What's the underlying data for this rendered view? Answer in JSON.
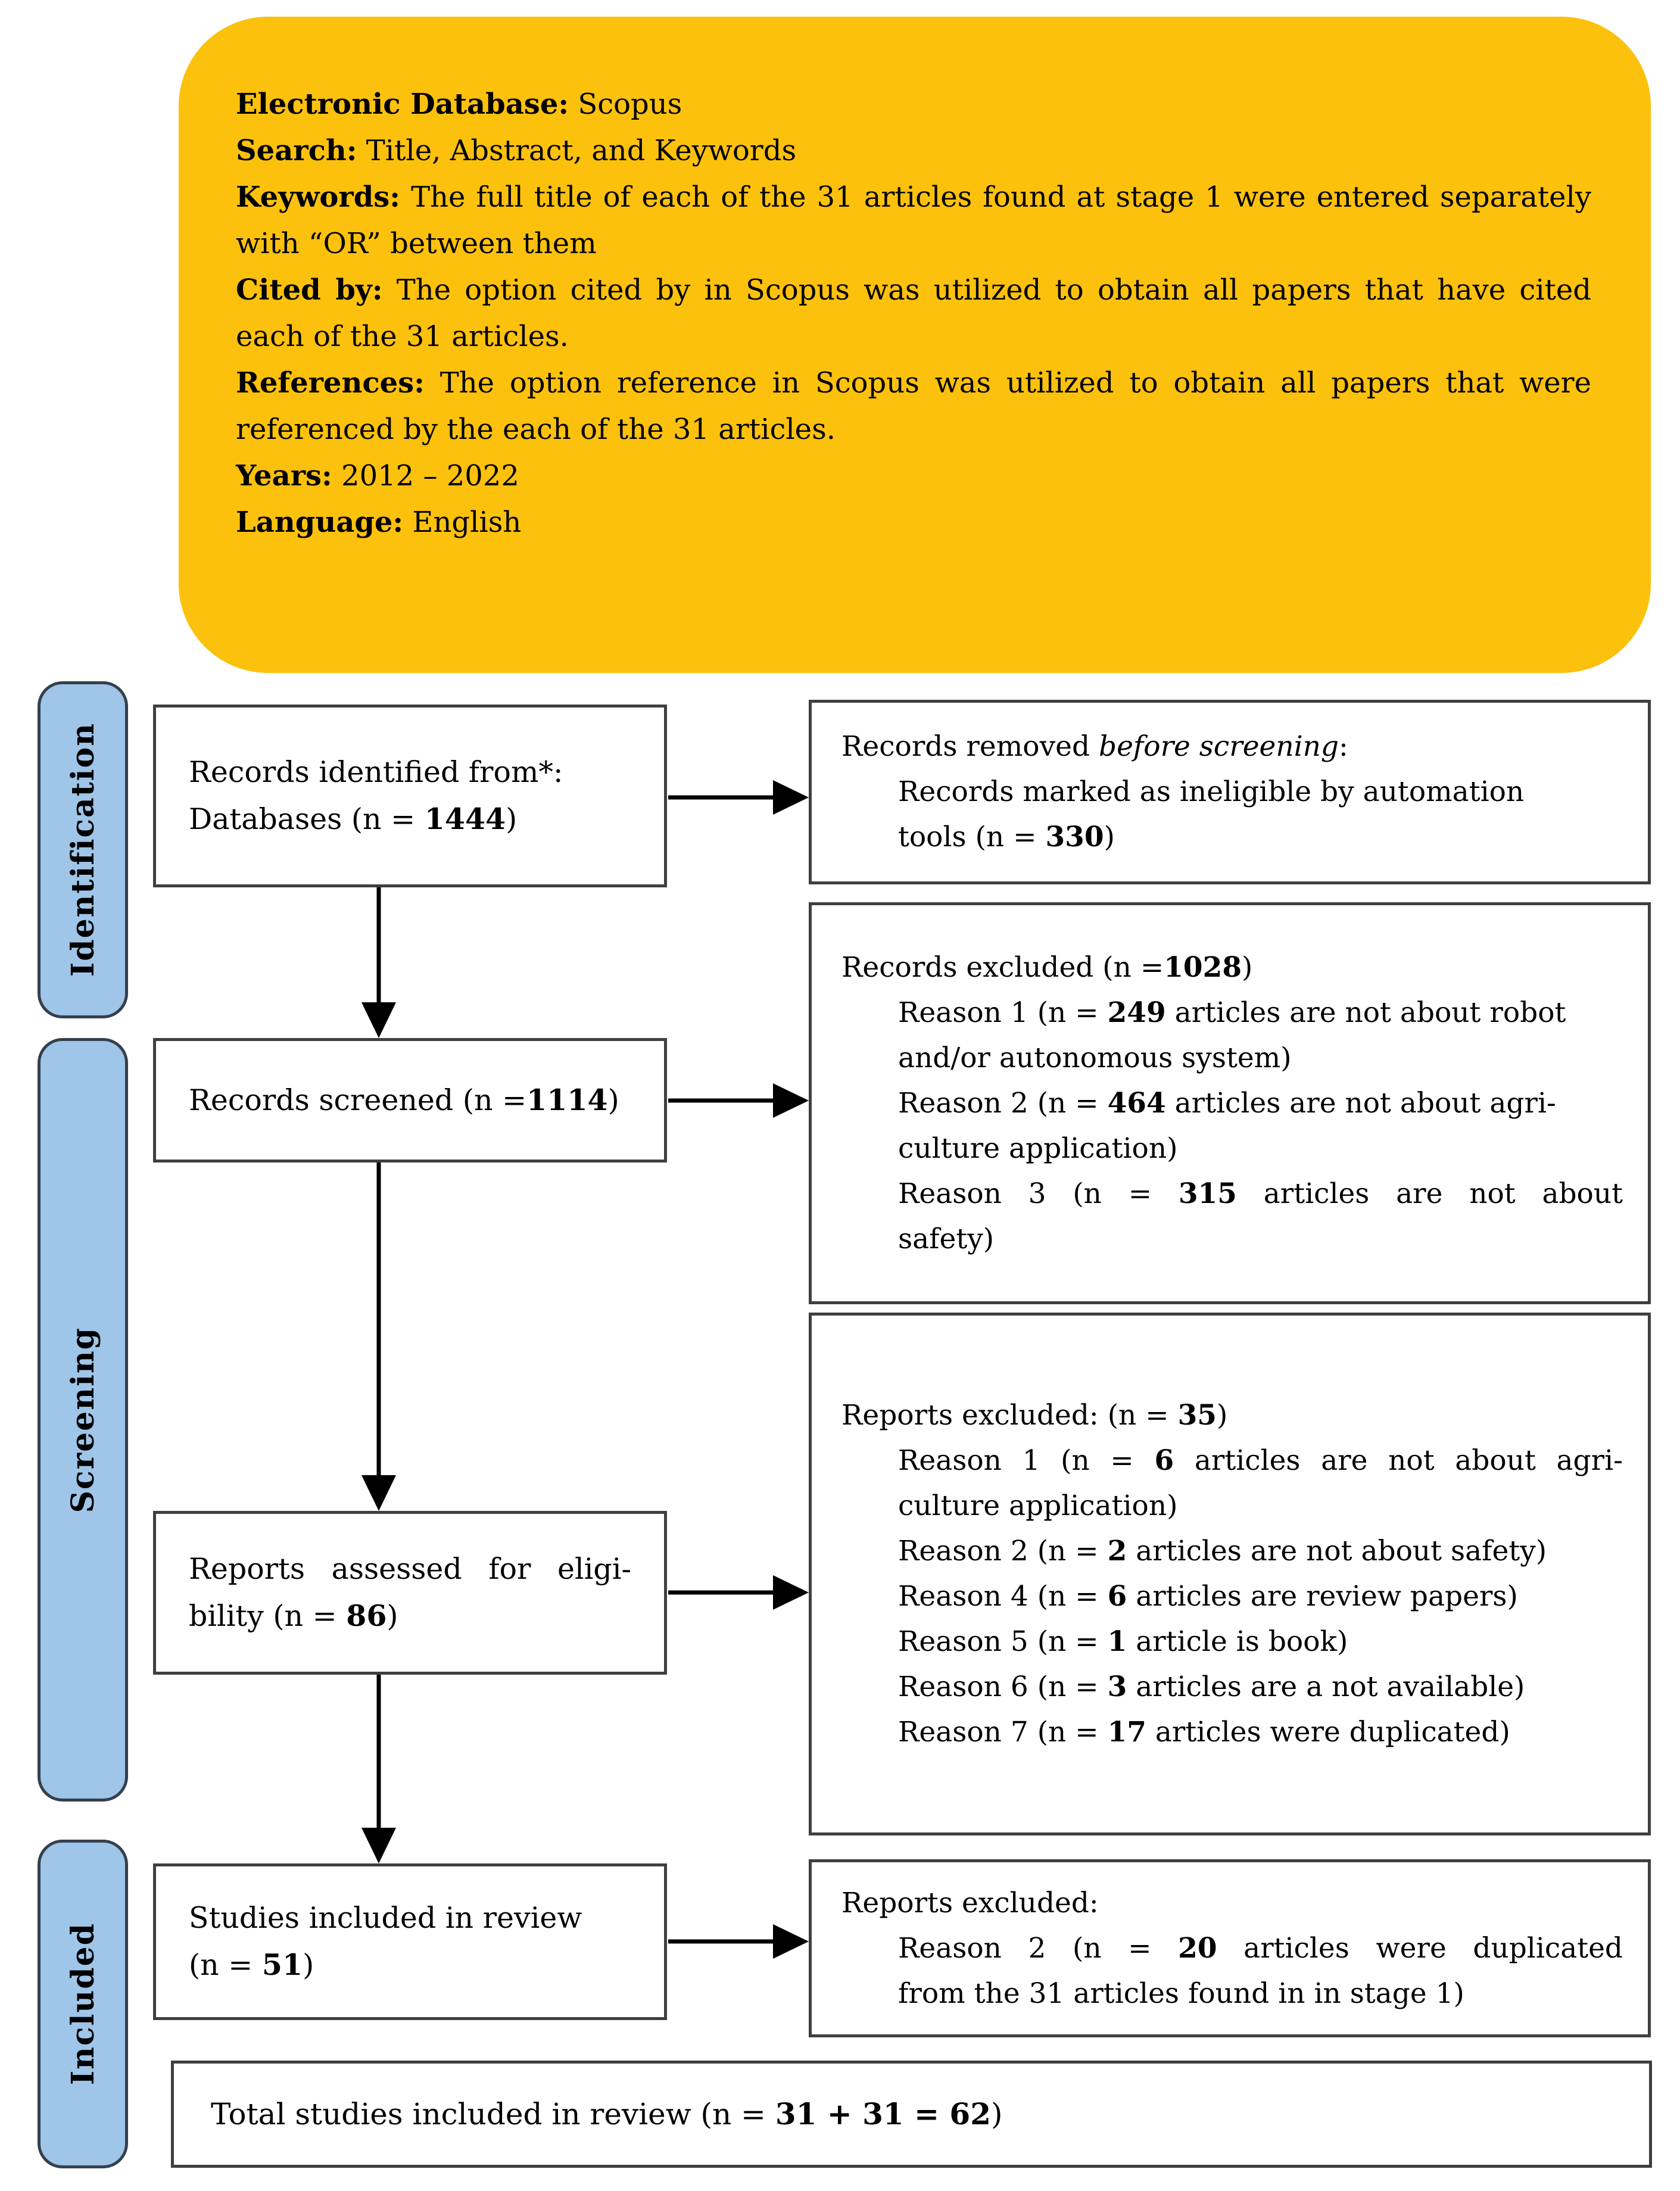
{
  "palette": {
    "accent_orange": "#FCC10D",
    "accent_blue": "#9FC5E8",
    "sidebar_border": "#35404D",
    "box_border": "#3F3F3F",
    "text": "#000000"
  },
  "search": {
    "entries": [
      {
        "label": "Electronic Database:",
        "text": " Scopus"
      },
      {
        "label": "Search:",
        "text": " Title, Abstract, and Keywords"
      },
      {
        "label": "Keywords:",
        "text": " The full title of each of the 31 articles found at stage 1 were entered sep­arately with “OR” between them"
      },
      {
        "label": "Cited by:",
        "text": " The option cited by in Scopus was utilized to obtain all papers that have cited each of the 31 articles."
      },
      {
        "label": "References:",
        "text": " The option reference in Scopus was utilized to obtain all papers that were referenced by the each of the 31 articles."
      },
      {
        "label": "Years:",
        "text": " 2012 – 2022"
      },
      {
        "label": "Language:",
        "text": " English"
      }
    ]
  },
  "stages": {
    "identification": "Identification",
    "screening": "Screening",
    "included": "Included"
  },
  "flow": {
    "identified": {
      "l1": "Records identified from*:",
      "l2pre": "Databases (n = ",
      "l2n": "1444",
      "l2post": ")"
    },
    "screened": {
      "pre": "Records screened (n =",
      "n": "1114",
      "post": ")"
    },
    "assessed": {
      "l1": "Reports assessed for eligi-",
      "l2pre": "bility (n = ",
      "l2n": "86",
      "l2post": ")"
    },
    "included": {
      "l1": "Studies included in review",
      "l2pre": "(n = ",
      "l2n": "51",
      "l2post": ")"
    },
    "total": {
      "pre": "Total studies included in review (n = ",
      "n": "31 + 31 = 62",
      "post": ")"
    }
  },
  "excl1": {
    "t1": "Records removed ",
    "t1i": "before screening",
    "t1post": ":",
    "l2": "Records marked as ineligible by automation",
    "l3pre": "tools (n = ",
    "l3n": "330",
    "l3post": ")"
  },
  "excl2": {
    "l1pre": "Records excluded (n =",
    "l1n": "1028",
    "l1post": ")",
    "r1pre": "Reason 1 (n = ",
    "r1n": "249",
    "r1post": " articles are not about robot",
    "r1cont": "and/or autonomous system)",
    "r2pre": "Reason 2 (n = ",
    "r2n": "464",
    "r2post": " articles are not about agri-",
    "r2cont": "culture application)",
    "r3pre": "Reason 3 (n = ",
    "r3n": "315",
    "r3post": " articles are not about",
    "r3cont": "safety)"
  },
  "excl3": {
    "l1pre": "Reports excluded: (n = ",
    "l1n": "35",
    "l1post": ")",
    "r1pre": "Reason 1 (n = ",
    "r1n": "6",
    "r1post": " articles are not about agri-",
    "r1cont": "culture application)",
    "r2pre": "Reason 2 (n = ",
    "r2n": "2",
    "r2post": " articles are not about safety)",
    "r4pre": "Reason 4 (n = ",
    "r4n": "6",
    "r4post": " articles are review papers)",
    "r5pre": "Reason 5 (n = ",
    "r5n": "1",
    "r5post": " article is book)",
    "r6pre": "Reason 6 (n = ",
    "r6n": "3",
    "r6post": " articles are a not available)",
    "r7pre": "Reason 7 (n = ",
    "r7n": "17",
    "r7post": " articles were duplicated)"
  },
  "excl4": {
    "l1": "Reports excluded:",
    "r2pre": "Reason 2 (n = ",
    "r2n": "20",
    "r2post": " articles were duplicated",
    "r2cont": "from the 31 articles found in in stage 1)"
  }
}
